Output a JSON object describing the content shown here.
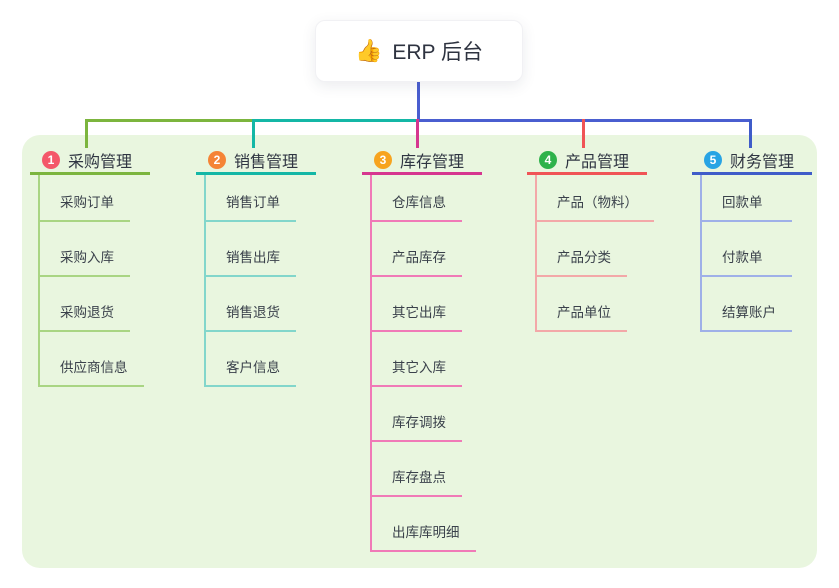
{
  "root": {
    "emoji": "👍",
    "label": "ERP 后台"
  },
  "colors": {
    "canvas_bg": "#ffffff",
    "panel_bg": "#e9f6df",
    "trunk": "#4a5ed0",
    "root_text": "#2e3340",
    "branch_text": "#2f3542",
    "child_text": "#3a414b"
  },
  "connectors": {
    "bus_segments": [
      {
        "name": "bus-left-green",
        "color": "#7cb53e"
      },
      {
        "name": "bus-mid-teal",
        "color": "#14b7a6"
      },
      {
        "name": "bus-right-blue",
        "color": "#4a5ed0"
      }
    ]
  },
  "branches": [
    {
      "badge": "1",
      "label": "采购管理",
      "badge_color": "#f4586a",
      "line_color": "#7cb53e",
      "light_color": "#a9d583",
      "children": [
        "采购订单",
        "采购入库",
        "采购退货",
        "供应商信息"
      ]
    },
    {
      "badge": "2",
      "label": "销售管理",
      "badge_color": "#f58436",
      "line_color": "#14b7a6",
      "light_color": "#82d6cb",
      "children": [
        "销售订单",
        "销售出库",
        "销售退货",
        "客户信息"
      ]
    },
    {
      "badge": "3",
      "label": "库存管理",
      "badge_color": "#f7a41f",
      "line_color": "#d6368f",
      "light_color": "#f07ab7",
      "children": [
        "仓库信息",
        "产品库存",
        "其它出库",
        "其它入库",
        "库存调拨",
        "库存盘点",
        "出库库明细"
      ]
    },
    {
      "badge": "4",
      "label": "产品管理",
      "badge_color": "#2eb24b",
      "line_color": "#f05456",
      "light_color": "#f3a8a8",
      "children": [
        "产品（物料）",
        "产品分类",
        "产品单位"
      ]
    },
    {
      "badge": "5",
      "label": "财务管理",
      "badge_color": "#28a4e4",
      "line_color": "#3f5cc9",
      "light_color": "#9fb0e8",
      "children": [
        "回款单",
        "付款单",
        "结算账户"
      ]
    }
  ]
}
